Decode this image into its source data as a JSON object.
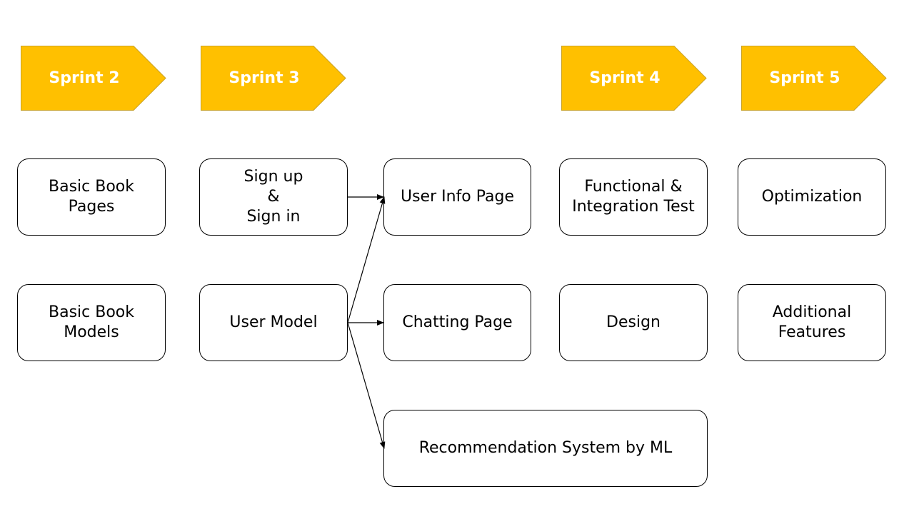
{
  "sprints": [
    {
      "label": "Sprint 2"
    },
    {
      "label": "Sprint 3"
    },
    {
      "label": "Sprint 4"
    },
    {
      "label": "Sprint 5"
    }
  ],
  "boxes": {
    "basic_book_pages": {
      "line1": "Basic Book",
      "line2": "Pages"
    },
    "basic_book_models": {
      "line1": "Basic Book",
      "line2": "Models"
    },
    "sign_up_in": {
      "line1": "Sign up",
      "line2": "&",
      "line3": "Sign in"
    },
    "user_model": {
      "line1": "User Model"
    },
    "user_info_page": {
      "line1": "User Info Page"
    },
    "chatting_page": {
      "line1": "Chatting Page"
    },
    "recommendation": {
      "line1": "Recommendation System by ML"
    },
    "functional_test": {
      "line1": "Functional &",
      "line2": "Integration Test"
    },
    "design": {
      "line1": "Design"
    },
    "optimization": {
      "line1": "Optimization"
    },
    "additional_features": {
      "line1": "Additional",
      "line2": "Features"
    }
  },
  "colors": {
    "sprint_fill": "#FFC000",
    "sprint_stroke": "#C9A227",
    "box_border": "#000000",
    "text": "#000000"
  }
}
